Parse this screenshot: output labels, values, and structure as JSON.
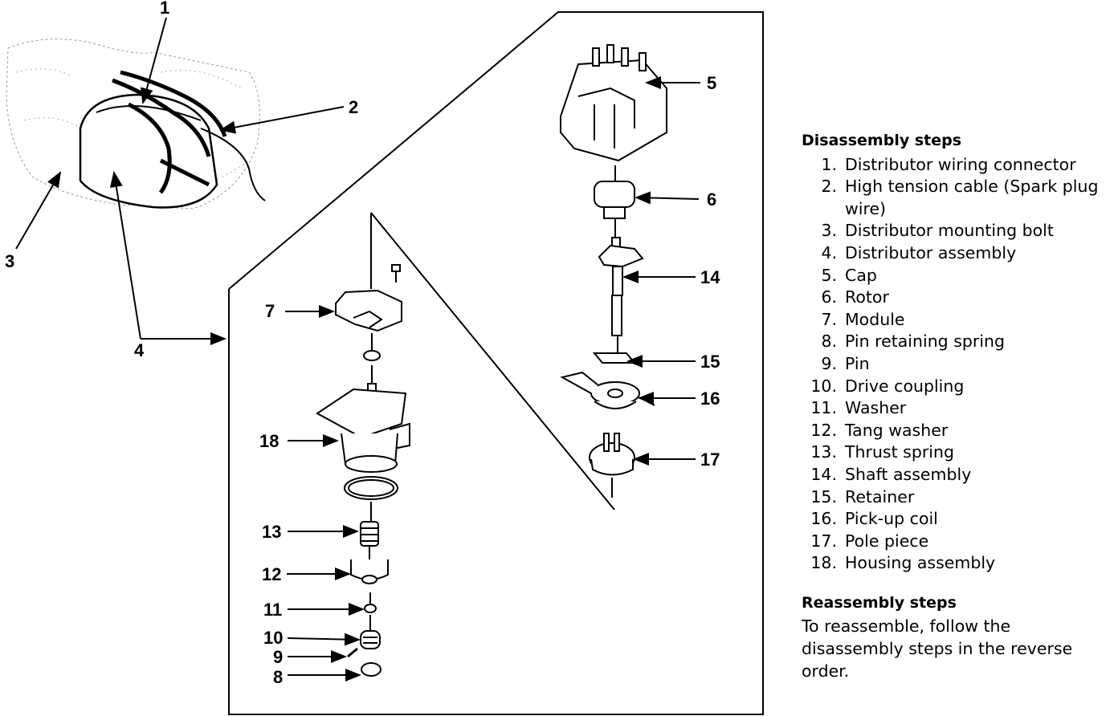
{
  "callouts": [
    "1",
    "2",
    "3",
    "4",
    "5",
    "6",
    "7",
    "8",
    "9",
    "10",
    "11",
    "12",
    "13",
    "14",
    "15",
    "16",
    "17",
    "18"
  ],
  "disassembly": {
    "heading": "Disassembly steps",
    "steps": [
      {
        "num": "1.",
        "label": "Distributor wiring connector"
      },
      {
        "num": "2.",
        "label": "High tension cable (Spark plug wire)"
      },
      {
        "num": "3.",
        "label": "Distributor mounting bolt"
      },
      {
        "num": "4.",
        "label": "Distributor assembly"
      },
      {
        "num": "5.",
        "label": "Cap"
      },
      {
        "num": "6.",
        "label": "Rotor"
      },
      {
        "num": "7.",
        "label": "Module"
      },
      {
        "num": "8.",
        "label": "Pin retaining spring"
      },
      {
        "num": "9.",
        "label": "Pin"
      },
      {
        "num": "10.",
        "label": "Drive coupling"
      },
      {
        "num": "11.",
        "label": "Washer"
      },
      {
        "num": "12.",
        "label": "Tang washer"
      },
      {
        "num": "13.",
        "label": "Thrust spring"
      },
      {
        "num": "14.",
        "label": "Shaft assembly"
      },
      {
        "num": "15.",
        "label": "Retainer"
      },
      {
        "num": "16.",
        "label": "Pick-up coil"
      },
      {
        "num": "17.",
        "label": "Pole piece"
      },
      {
        "num": "18.",
        "label": "Housing assembly"
      }
    ]
  },
  "reassembly": {
    "heading": "Reassembly steps",
    "text": "To reassemble, follow the disassembly steps in the reverse order."
  }
}
